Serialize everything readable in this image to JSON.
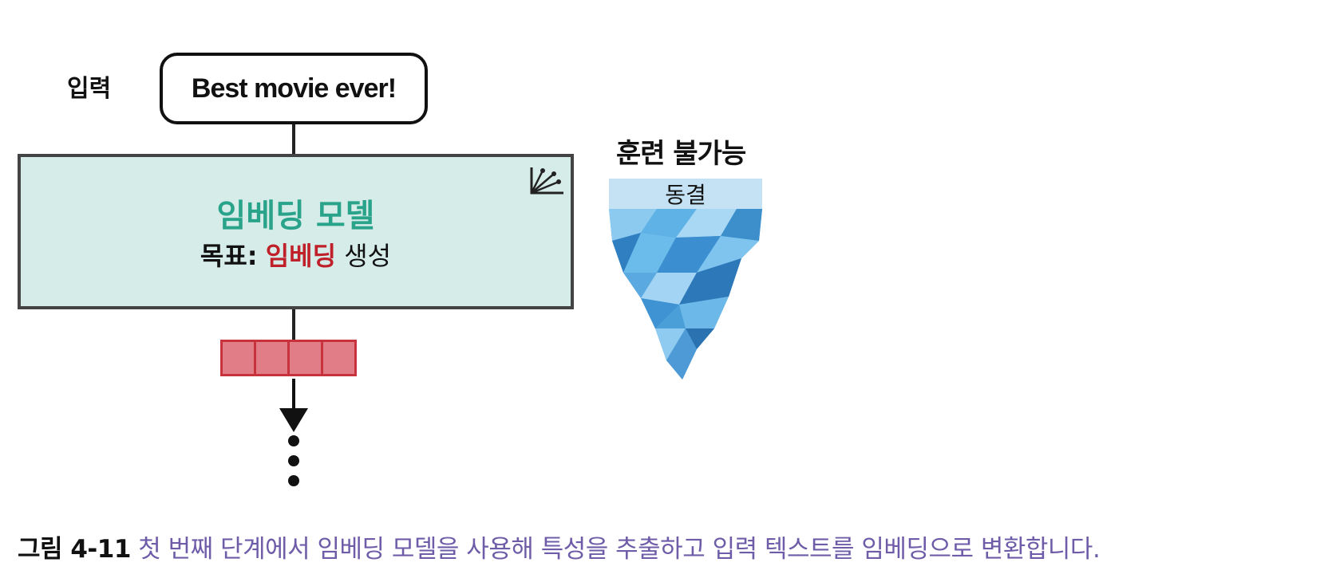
{
  "input": {
    "label": "입력",
    "text": "Best movie ever!"
  },
  "model": {
    "title": "임베딩 모델",
    "goal_label": "목표:",
    "goal_highlight": "임베딩",
    "goal_rest": "생성",
    "icon": "axes-vector-icon"
  },
  "vector": {
    "cells": 4
  },
  "frozen": {
    "title": "훈련 불가능",
    "band_label": "동결",
    "icon": "iceberg-icon"
  },
  "caption": {
    "number": "그림 4-11",
    "text": "첫 번째 단계에서 임베딩 모델을 사용해 특성을 추출하고 입력 텍스트를 임베딩으로 변환합니다."
  },
  "colors": {
    "model_title": "#2aa38b",
    "highlight": "#c0202a",
    "model_fill": "#d6ece8",
    "vector_fill": "#e07d86",
    "ice_band": "#c4e2f3",
    "caption_text": "#6e5ca8"
  }
}
